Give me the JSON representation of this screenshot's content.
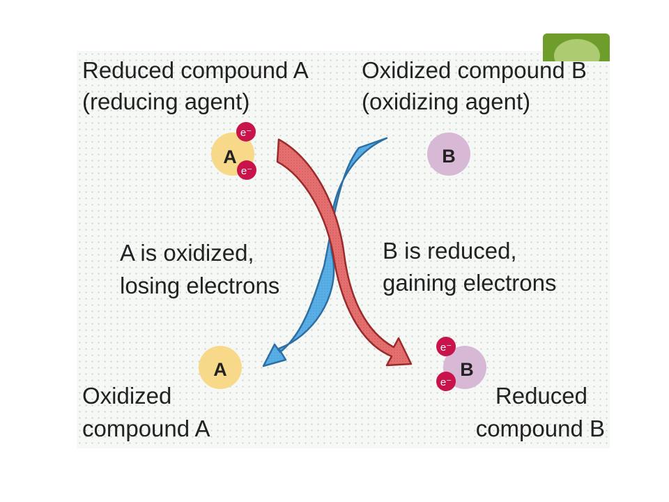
{
  "labels": {
    "reduced_a_line1": "Reduced compound A",
    "reduced_a_line2": "(reducing agent)",
    "oxidized_b_line1": "Oxidized compound B",
    "oxidized_b_line2": "(oxidizing agent)",
    "a_oxidized_line1": "A is oxidized,",
    "a_oxidized_line2": "losing electrons",
    "b_reduced_line1": "B is reduced,",
    "b_reduced_line2": "gaining electrons",
    "oxidized_a_line1": "Oxidized",
    "oxidized_a_line2": "compound A",
    "reduced_b_line1": "Reduced",
    "reduced_b_line2": "compound B"
  },
  "molecules": {
    "a_letter": "A",
    "b_letter": "B",
    "electron": "e⁻"
  },
  "colors": {
    "compound_a": "#f8d98a",
    "compound_b": "#d7b9d5",
    "electron": "#c8144a",
    "arrow_red": "#e46f6f",
    "arrow_blue": "#5aaee6",
    "badge": "#6f9d2c"
  }
}
